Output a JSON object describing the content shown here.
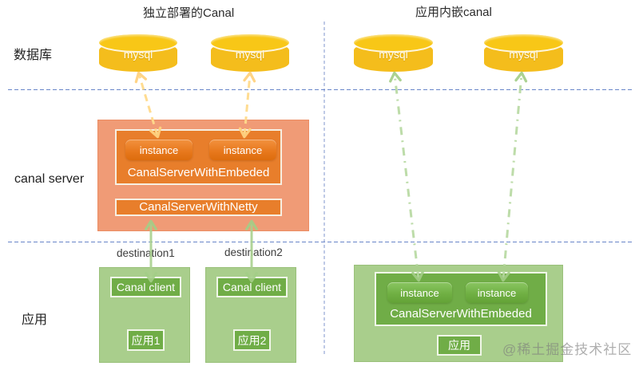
{
  "titles": {
    "left": "独立部署的Canal",
    "right": "应用内嵌canal"
  },
  "row_labels": {
    "database": "数据库",
    "canal_server": "canal server",
    "app": "应用"
  },
  "cylinders": [
    "mysql",
    "mysql",
    "mysql",
    "mysql"
  ],
  "canal_server_box": {
    "instances": [
      "instance",
      "instance"
    ],
    "embedded_label": "CanalServerWithEmbeded",
    "netty_label": "CanalServerWithNetty"
  },
  "destinations": [
    "destination1",
    "destination2"
  ],
  "clients": [
    {
      "client_label": "Canal client",
      "app_label": "应用1"
    },
    {
      "client_label": "Canal client",
      "app_label": "应用2"
    }
  ],
  "embedded_app_box": {
    "instances": [
      "instance",
      "instance"
    ],
    "embedded_label": "CanalServerWithEmbeded",
    "app_label": "应用"
  },
  "watermark": "@稀土掘金技术社区",
  "colors": {
    "cylinder_body": "#F4BD1C",
    "cylinder_top": "#F8C717",
    "orange_outer": "#F09B76",
    "orange_inner": "#E87E2B",
    "green_light": "#A9CE8C",
    "green_dark": "#70AD47",
    "arrow_yellow": "#FFDB8C",
    "arrow_green": "#A9D18E",
    "divider_blue": "#4E70C0"
  }
}
